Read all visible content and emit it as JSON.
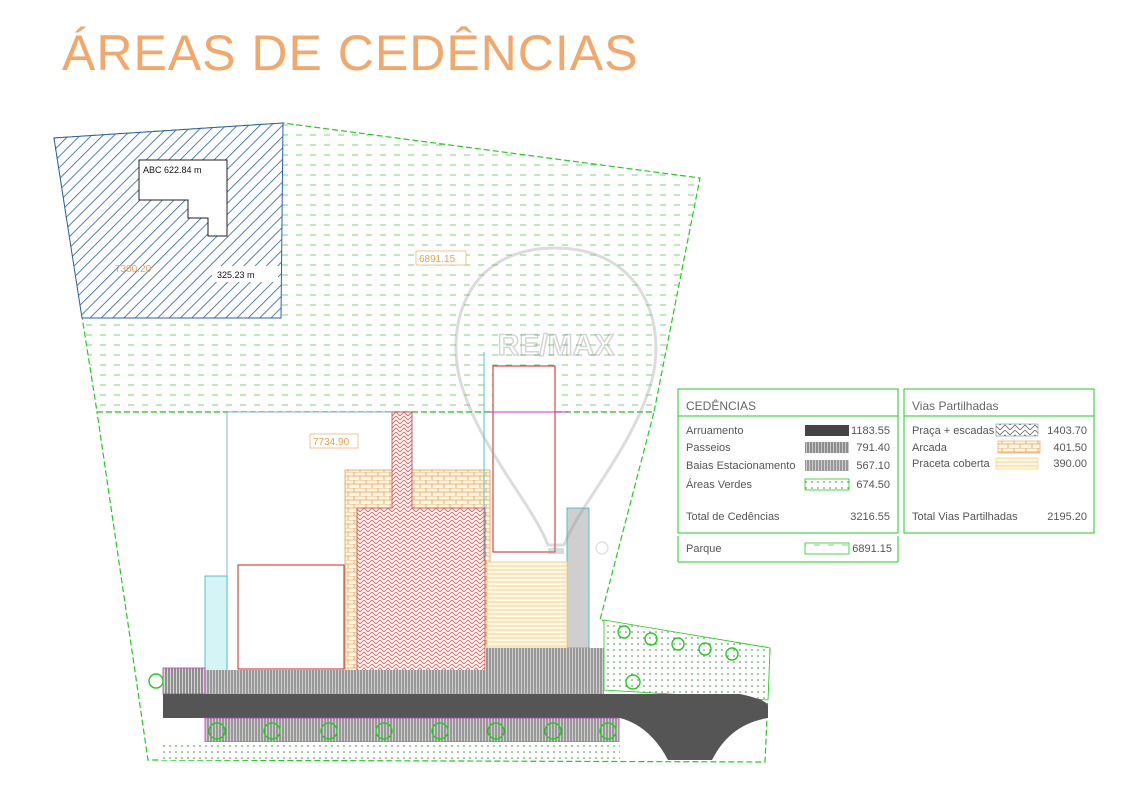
{
  "title": "ÁREAS DE CEDÊNCIAS",
  "plan": {
    "label_abc": "ABC 622.84 m",
    "label_blue_area": "7300.20",
    "label_325": "325.23 m",
    "label_top_area": "6891.15",
    "label_mid_area": "7734.90"
  },
  "legend_cedencias": {
    "heading": "CEDÊNCIAS",
    "rows": [
      {
        "label": "Arruamento",
        "value": "1183.55"
      },
      {
        "label": "Passeios",
        "value": "791.40"
      },
      {
        "label": "Baias Estacionamento",
        "value": "567.10"
      },
      {
        "label": "Áreas Verdes",
        "value": "674.50"
      }
    ],
    "total_label": "Total de Cedências",
    "total_value": "3216.55"
  },
  "legend_parque": {
    "label": "Parque",
    "value": "6891.15"
  },
  "legend_vias": {
    "heading": "Vias Partilhadas",
    "rows": [
      {
        "label": "Praça + escadas",
        "value": "1403.70"
      },
      {
        "label": "Arcada",
        "value": "401.50"
      },
      {
        "label": "Praceta coberta",
        "value": "390.00"
      }
    ],
    "total_label": "Total Vias Partilhadas",
    "total_value": "2195.20"
  },
  "watermark": "RE/MAX",
  "colors": {
    "title": "#f2a86a",
    "green_line": "#22cc22",
    "blue_hatch": "#2a5fa8",
    "road": "#555555",
    "red": "#cc2222",
    "orange": "#e8a050",
    "cyan": "#22bbcc"
  }
}
